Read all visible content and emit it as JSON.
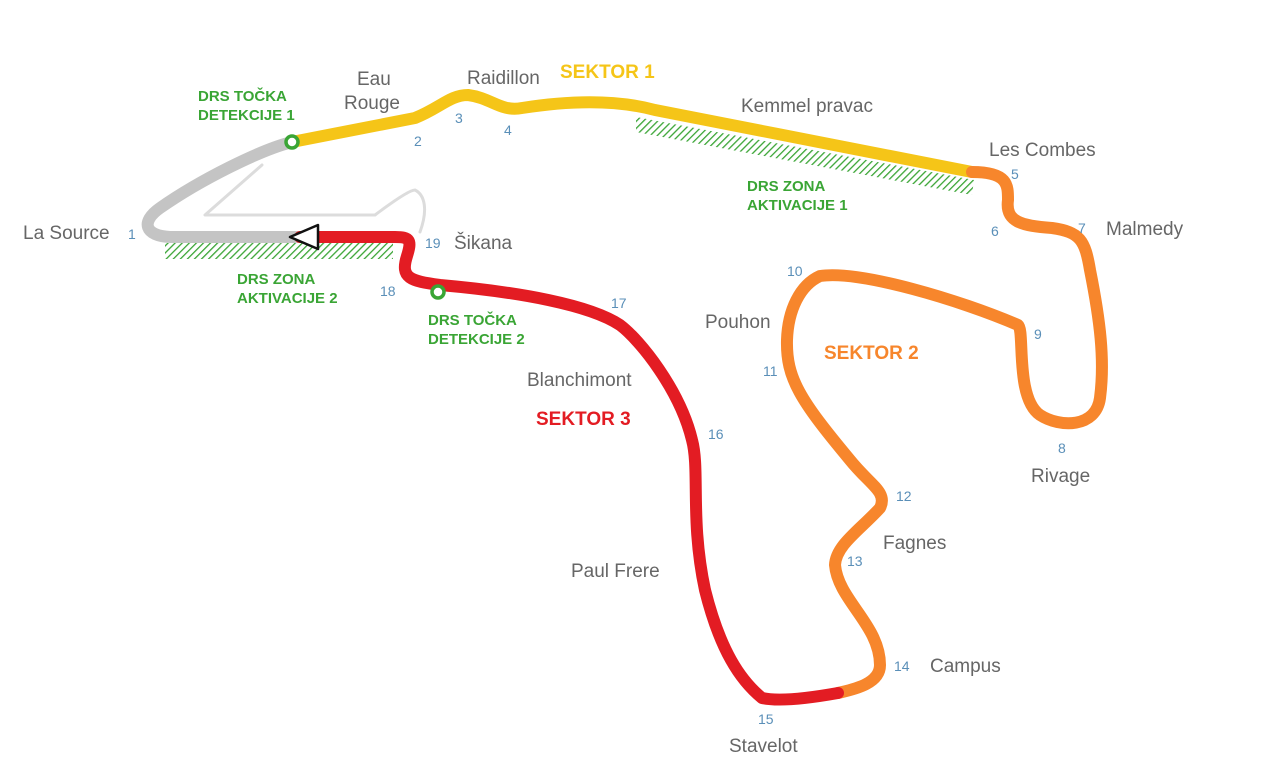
{
  "colors": {
    "sector1": "#f5c518",
    "sector2": "#f7862c",
    "sector3": "#e31c23",
    "pit": "#c4c4c4",
    "drs": "#3aa535",
    "corner_text": "#666666",
    "turn_number": "#5a8fb8"
  },
  "sectors": {
    "s1": "SEKTOR 1",
    "s2": "SEKTOR 2",
    "s3": "SEKTOR 3"
  },
  "drs": {
    "detection1": [
      "DRS TOČKA",
      "DETEKCIJE 1"
    ],
    "detection2": [
      "DRS TOČKA",
      "DETEKCIJE 2"
    ],
    "zone1": [
      "DRS ZONA",
      "AKTIVACIJE 1"
    ],
    "zone2": [
      "DRS ZONA",
      "AKTIVACIJE 2"
    ]
  },
  "corners": {
    "la_source": "La Source",
    "eau": "Eau",
    "rouge": "Rouge",
    "raidillon": "Raidillon",
    "kemmel": "Kemmel pravac",
    "les_combes": "Les Combes",
    "malmedy": "Malmedy",
    "rivage": "Rivage",
    "pouhon": "Pouhon",
    "fagnes": "Fagnes",
    "campus": "Campus",
    "stavelot": "Stavelot",
    "paul_frere": "Paul Frere",
    "blanchimont": "Blanchimont",
    "sikana": "Šikana"
  },
  "turns": [
    "1",
    "2",
    "3",
    "4",
    "5",
    "6",
    "7",
    "8",
    "9",
    "10",
    "11",
    "12",
    "13",
    "14",
    "15",
    "16",
    "17",
    "18",
    "19"
  ]
}
